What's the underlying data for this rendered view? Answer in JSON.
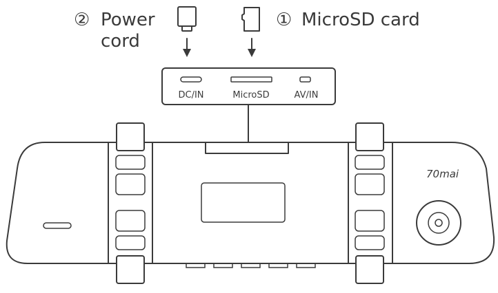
{
  "callouts": {
    "power_cord_num": "②",
    "power_cord_line1": "Power",
    "power_cord_line2": "cord",
    "microsd_num": "①",
    "microsd_label": "MicroSD card"
  },
  "ports": {
    "dc_in": "DC/IN",
    "microsd": "MicroSD",
    "av_in": "AV/IN"
  },
  "device": {
    "brand": "70mai"
  },
  "icons": [
    "usb-plug-icon",
    "microsd-card-icon",
    "down-arrow-icon"
  ]
}
